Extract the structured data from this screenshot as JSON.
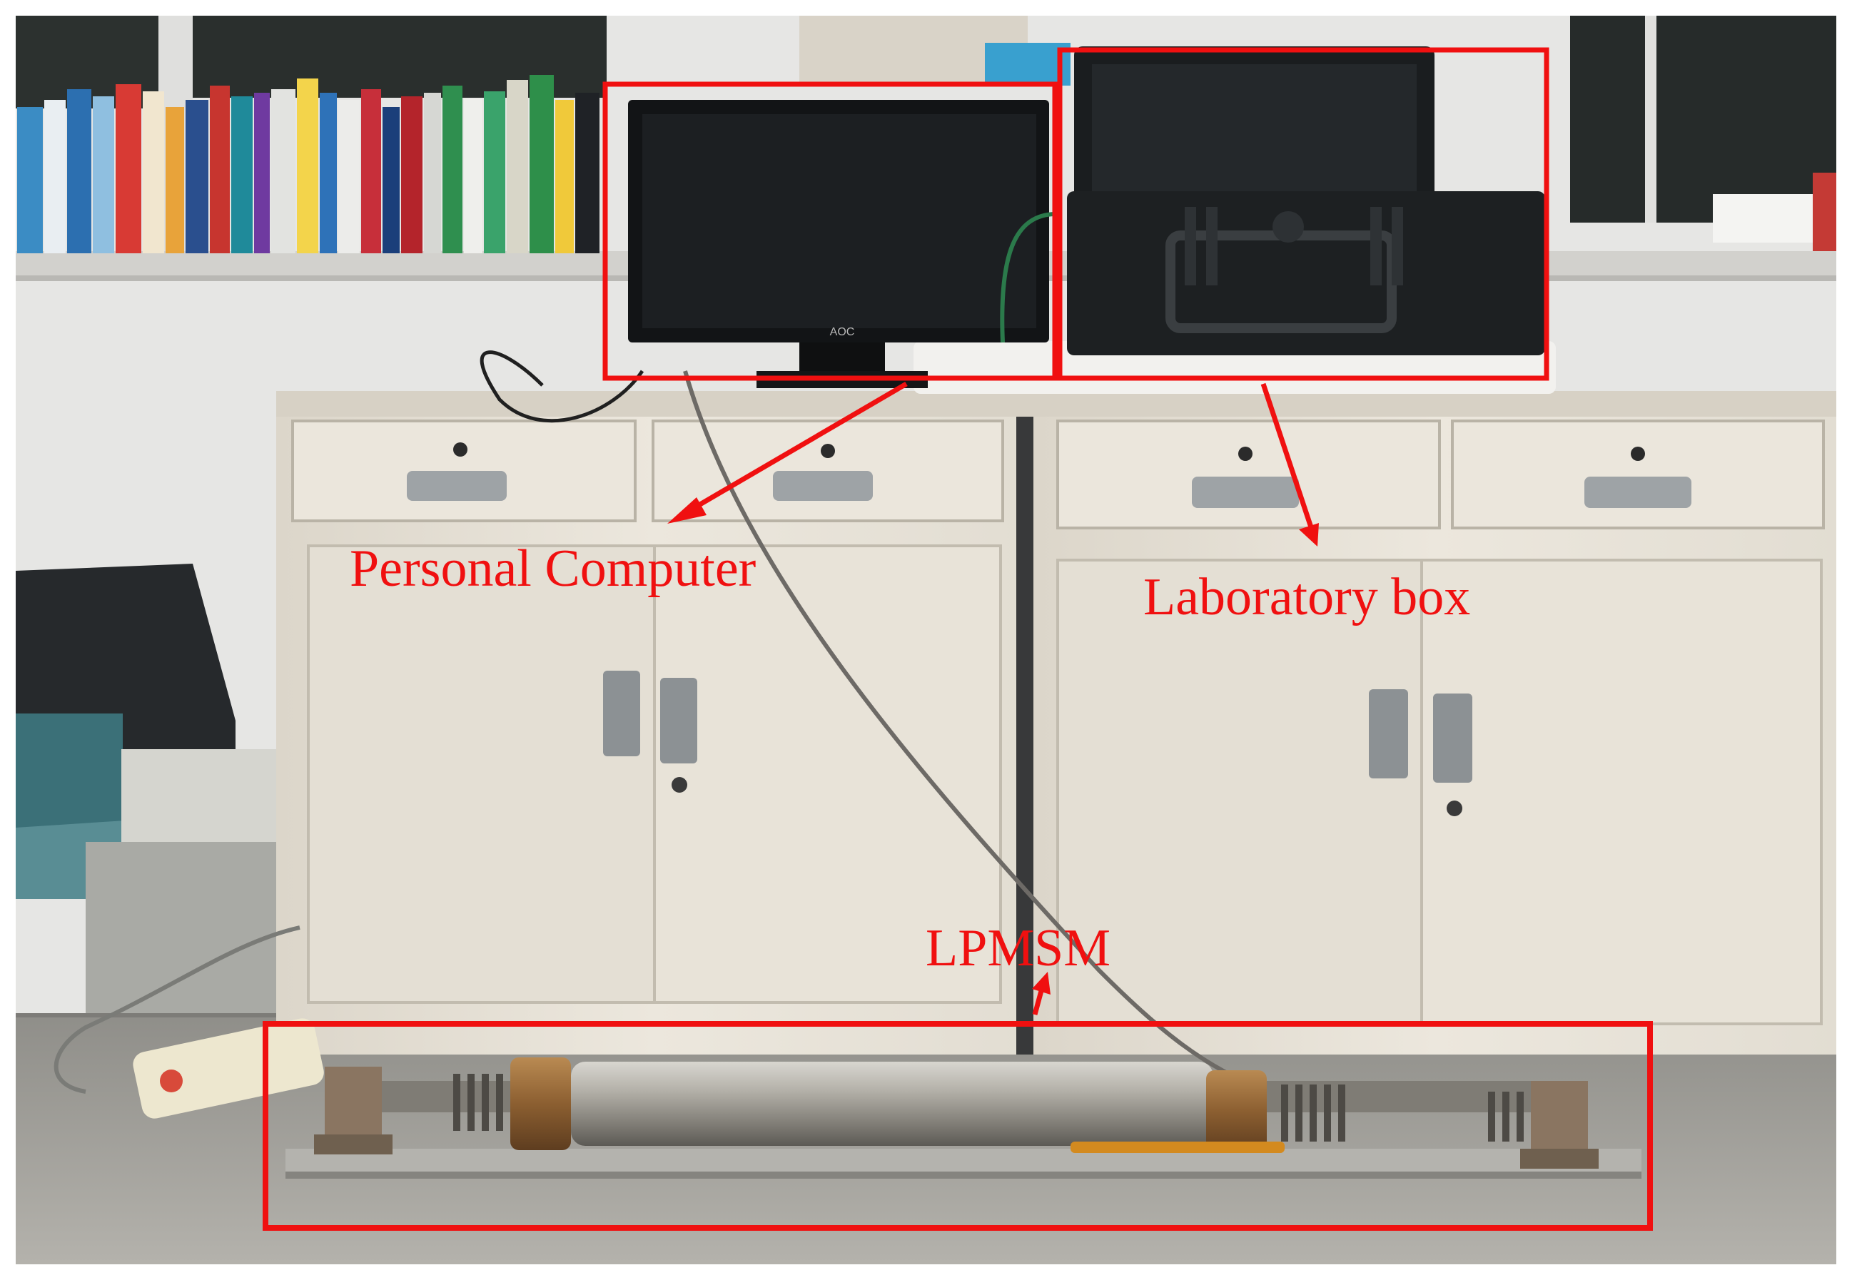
{
  "labels": {
    "personal_computer": "Personal Computer",
    "laboratory_box": "Laboratory box",
    "motor": "LPMSM"
  },
  "monitor": {
    "brand": "AOC"
  },
  "colors": {
    "annotation_red": "#f01010",
    "wall": "#e6e6e4",
    "cabinet": "#e9e4da",
    "floor": "#9c9b96",
    "case_black": "#1d2022"
  }
}
